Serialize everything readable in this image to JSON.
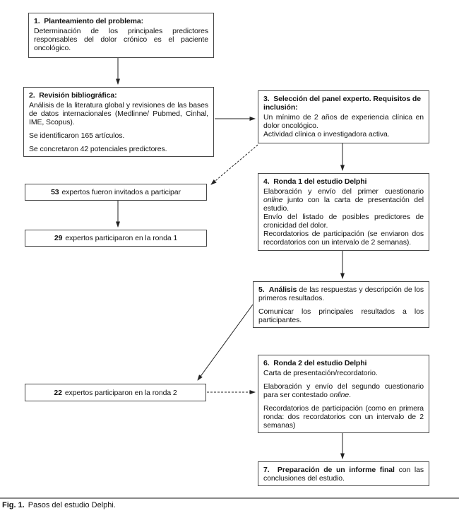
{
  "figure_caption": {
    "label": "Fig. 1.",
    "text": "Pasos del estudio Delphi."
  },
  "flowchart": {
    "steps": [
      {
        "id": "step1",
        "title": "1.  Planteamiento del problema:",
        "paragraphs": [
          [
            {
              "t": "Determinación de los principales predictores responsables del dolor crónico es el paciente oncológico."
            }
          ]
        ]
      },
      {
        "id": "step2",
        "title": "2.  Revisión bibliográfica:",
        "paragraphs": [
          [
            {
              "t": "Análisis de la literatura global y revisiones de las bases de datos internacionales (Medlinne/ Pubmed, Cinhal, IME, Scopus)."
            }
          ],
          [
            {
              "t": "Se identificaron 165 artículos."
            }
          ],
          [
            {
              "t": "Se concretaron 42 potenciales predictores."
            }
          ]
        ]
      },
      {
        "id": "step3",
        "title": "3.  Selección del panel experto. Requisitos de inclusión:",
        "paragraphs": [
          [
            {
              "t": "Un mínimo de 2 años de experiencia clínica en dolor oncológico."
            }
          ],
          [
            {
              "t": "Actividad clínica o investigadora activa."
            }
          ]
        ]
      },
      {
        "id": "step4",
        "title": "4.  Ronda 1 del estudio Delphi",
        "paragraphs": [
          [
            {
              "t": "Elaboración y envío del primer cuestionario "
            },
            {
              "t": "online",
              "i": true
            },
            {
              "t": " junto con la carta de presentación del estudio."
            }
          ],
          [
            {
              "t": "Envío del listado de posibles predictores de cronicidad del dolor."
            }
          ],
          [
            {
              "t": "Recordatorios de participación (se enviaron dos recordatorios con un intervalo de 2 semanas)."
            }
          ]
        ]
      },
      {
        "id": "step5",
        "title": null,
        "paragraphs": [
          [
            {
              "t": "5.  Análisis",
              "b": true
            },
            {
              "t": " de las respuestas y descripción de los primeros resultados."
            }
          ],
          [
            {
              "t": "Comunicar los principales resultados a los participantes."
            }
          ]
        ]
      },
      {
        "id": "step6",
        "title": "6.  Ronda 2 del estudio Delphi",
        "paragraphs": [
          [
            {
              "t": "Carta de presentación/recordatorio."
            }
          ],
          [
            {
              "t": "Elaboración y envío del segundo cuestionario para ser contestado "
            },
            {
              "t": "online",
              "i": true
            },
            {
              "t": "."
            }
          ],
          [
            {
              "t": "Recordatorios de participación (como en primera ronda: dos recordatorios con un intervalo de 2 semanas)"
            }
          ]
        ]
      },
      {
        "id": "step7",
        "title": null,
        "paragraphs": [
          [
            {
              "t": "7.  Preparación de un informe final",
              "b": true
            },
            {
              "t": " con las conclusiones del estudio."
            }
          ]
        ]
      }
    ],
    "counts": [
      {
        "id": "invited",
        "number": "53",
        "text": "expertos fueron invitados a participar"
      },
      {
        "id": "round1",
        "number": "29",
        "text": "expertos participaron en la ronda 1"
      },
      {
        "id": "round2",
        "number": "22",
        "text": "expertos participaron en la ronda 2"
      }
    ],
    "colors": {
      "box_border": "#484848",
      "arrow": "#222222",
      "rule": "#8a8a8a",
      "text": "#141414"
    }
  }
}
